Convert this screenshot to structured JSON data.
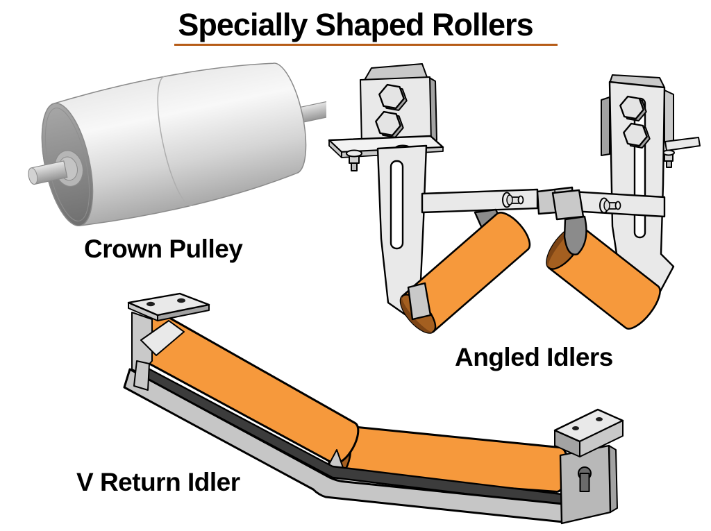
{
  "title": "Specially Shaped Rollers",
  "figures": {
    "crown_pulley": {
      "label": "Crown Pulley"
    },
    "angled_idlers": {
      "label": "Angled Idlers"
    },
    "v_return_idler": {
      "label": "V Return Idler"
    }
  },
  "colors": {
    "background": "#ffffff",
    "text": "#000000",
    "title_underline": "#b65c17",
    "outline": "#000000",
    "roller_orange": "#f6993c",
    "roller_end_brown": "#a45f20",
    "roller_end_brown_dark": "#7c4415",
    "metal_light": "#e9e9e9",
    "metal_mid": "#c9c9c9",
    "metal_dark": "#a3a3a3",
    "fork_gray": "#8b8b8b",
    "frame_strip": "#3c3c3c",
    "frame_band": "#c6c6c6",
    "slot_white": "#ffffff"
  }
}
